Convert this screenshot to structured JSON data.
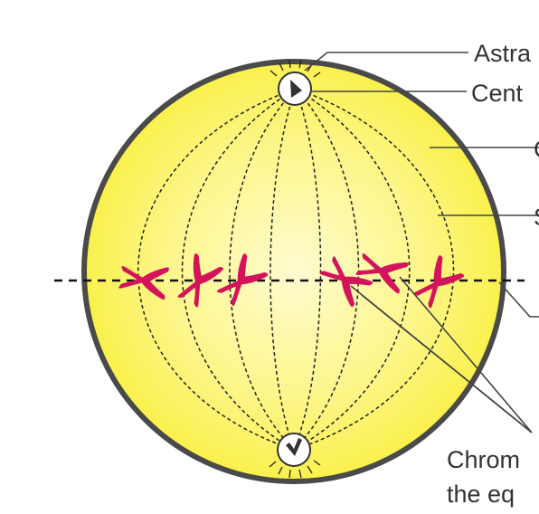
{
  "labels": {
    "astral_rays": "Astra",
    "centriole": "Cent",
    "cell_membrane": "C",
    "spindle_fibres": "S",
    "chromosomes_line1": "Chrom",
    "chromosomes_line2": "the eq"
  },
  "colors": {
    "cell_fill_center": "#fffbc8",
    "cell_fill_edge": "#fbf34a",
    "cell_outline": "#4a4a4a",
    "chromosome": "#d4145a",
    "spindle": "#222222",
    "leader_line": "#444444",
    "label_text": "#333333"
  }
}
